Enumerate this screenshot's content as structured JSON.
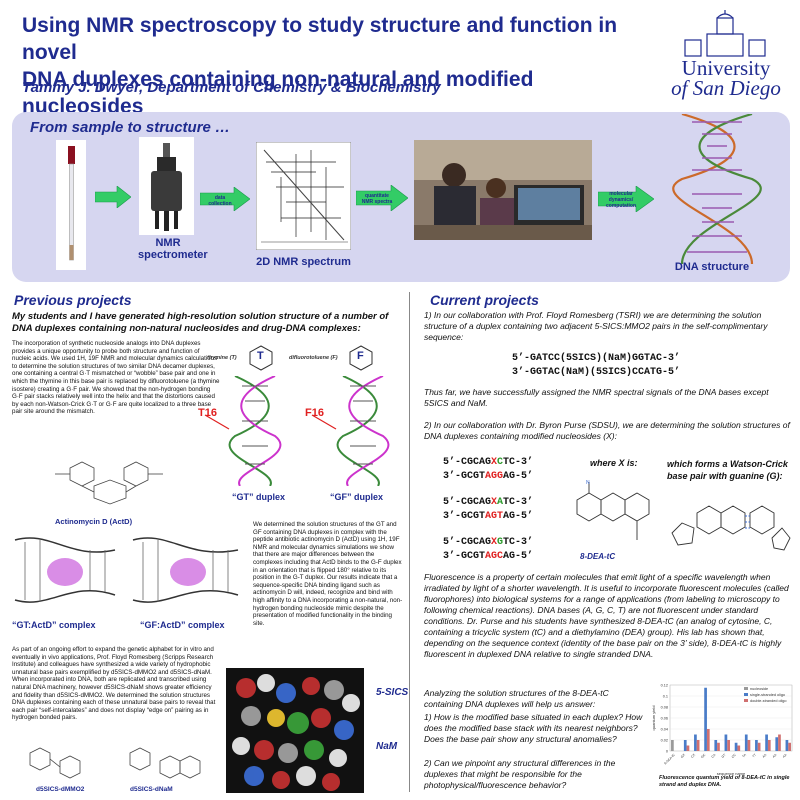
{
  "header": {
    "title_line1": "Using NMR spectroscopy to study structure and function in novel",
    "title_line2": "DNA duplexes containing non-natural and modified  nucleosides",
    "author": "Tammy J. Dwyer, Department of Chemistry & Biochemistry",
    "logo_line1": "University",
    "logo_line2": "of San Diego"
  },
  "banner": {
    "title": "From sample to structure …",
    "arrow1_label": "data collection",
    "arrow2_label": "quantitate NMR spectra",
    "arrow3_label": "molecular dynamics/ computation",
    "nmr_caption_line1": "NMR",
    "nmr_caption_line2": "spectrometer",
    "spectrum_caption": "2D NMR spectrum",
    "dna_caption": "DNA structure"
  },
  "previous": {
    "heading": "Previous projects",
    "intro": "My students and I have generated high-resolution solution structure of a number of DNA duplexes containing non-natural nucleosides and drug-DNA complexes:",
    "para1": "The incorporation of synthetic nucleoside analogs into DNA duplexes provides a unique opportunity to probe both structure and function of nucleic acids. We used 1H, 19F NMR and molecular dynamics calculations to determine the solution structures of two similar DNA decamer duplexes, one containing a central G·T mismatched or “wobble” base pair and one in which the thymine in this base pair is replaced by difluorotoluene (a thymine isostere) creating a G·F pair. We showed that the non-hydrogen bonding G·F pair stacks relatively well into the helix and that the distortions caused by each non-Watson-Crick G·T or G·F are quite localized to a three base pair site around the mismatch.",
    "thymine_label": "thymine (T)",
    "thymine_letter": "T",
    "difluoro_label": "difluorotoluene (F)",
    "difluoro_letter": "F",
    "t16_label": "T16",
    "f16_label": "F16",
    "gt_duplex": "“GT” duplex",
    "gf_duplex": "“GF” duplex",
    "actinomycin": "Actinomycin D (ActD)",
    "gt_actd": "“GT:ActD” complex",
    "gf_actd": "“GF:ActD” complex",
    "para2": "We determined the solution structures of the GT and GF containing DNA duplexes in complex with the peptide antibiotic actinomycin D (ActD) using 1H, 19F NMR and molecular dynamics simulations we show that there are major differences between the complexes including that ActD binds to the G-F duplex in an orientation that is flipped 180° relative to its position in the G-T duplex. Our results indicate that a sequence-specific DNA binding ligand such as actinomycin D will, indeed, recognize and bind with high affinity to a DNA incorporating a non-natural, non-hydrogen bonding nucleoside mimic despite the presentation of modified functionality in the binding site.",
    "para3": "As part of an ongoing effort to expand the genetic alphabet for in vitro and eventually in vivo applications, Prof. Floyd Romesberg (Scripps Research Institute) and colleagues have synthesized a wide variety of hydrophobic unnatural base pairs exemplified by d5SICS-dMMO2 and d5SICS-dNaM. When incorporated into DNA, both are replicated and transcribed using natural DNA machinery, however d5SICS-dNaM shows greater efficiency and fidelity than d5SICS-dMMO2. We determined the solution structures DNA duplexes containing each of these unnatural base pairs to reveal that each pair “self-intercalates” and does not display “edge on” pairing as in hydrogen bonded pairs.",
    "sics_label": "5-SICS",
    "nam_label": "NaM",
    "mmo2_label": "d5SICS-dMMO2",
    "nam_struct_label": "d5SICS-dNaM"
  },
  "current": {
    "heading": "Current projects",
    "p1": "1) In our collaboration with Prof. Floyd Romesberg (TSRI) we are determining the solution structure of a duplex containing two adjacent 5-SICS:MMO2 pairs in the self-complimentary sequence:",
    "seq1_top": "5’-GATCC(5SICS)(NaM)GGTAC-3’",
    "seq1_bot": "3’-GGTAC(NaM)(5SICS)CCATG-5’",
    "p2": "Thus far, we have successfully assigned the NMR spectral signals of the DNA bases except 5SICS and NaM.",
    "p3": "2) In our collaboration with Dr. Byron Purse (SDSU), we are determining the  solution structures of DNA duplexes containing modified nucleosides (X):",
    "seqA_top": [
      "5’-CGCAG",
      "X",
      "C",
      "TC-3’"
    ],
    "seqA_bot": [
      "3’-GCGT",
      "AGG",
      "AG-5’"
    ],
    "seqB_top": [
      "5’-CGCAG",
      "X",
      "A",
      "TC-3’"
    ],
    "seqB_bot": [
      "3’-GCGT",
      "AGT",
      "AG-5’"
    ],
    "seqC_top": [
      "5’-CGCAG",
      "X",
      "G",
      "TC-3’"
    ],
    "seqC_bot": [
      "3’-GCGT",
      "AGC",
      "AG-5’"
    ],
    "where_x": "where X is:",
    "forms_line1": "which forms a Watson-Crick",
    "forms_line2": "base pair with guanine (G):",
    "dea_label": "8-DEA-tC",
    "p4": "Fluorescence is a property of certain molecules that emit light of a specific wavelength when irradiated by light of a shorter wavelength. It is useful to incorporate fluorescent molecules (called fluorophores) into biological systems for a range of applications (from labeling to microscopy to following chemical reactions). DNA bases (A, G, C, T) are not fluorescent under standard conditions. Dr. Purse and his students have synthesized 8-DEA-tC (an analog of cytosine, C, containing a tricyclic system (tC) and a diethylamino (DEA) group). His lab has shown that, depending on the sequence context (identity of the base pair on the 3’ side), 8-DEA-tC  is highly fluorescent in duplexed DNA relative to single stranded DNA.",
    "p5": "Analyzing the solution structures of the 8-DEA-tC containing DNA duplexes will help us answer:",
    "q1": "1)  How is the modified base situated in each duplex? How does the modified base stack with its nearest neighbors? Does the base pair show any structural anomalies?",
    "q2": "2)  Can we pinpoint any structural differences in the duplexes that might be responsible for the photophysical/fluorescence behavior?",
    "chart_caption": "Fluorescence quantum yield of 8-DEA-tC in single strand and duplex DNA."
  },
  "chart_data": {
    "type": "bar",
    "ylabel": "quantum yield",
    "xlabel": "sequence name",
    "ylim": [
      0,
      0.12
    ],
    "yticks": [
      "0",
      "0.02",
      "0.04",
      "0.06",
      "0.08",
      "0.1",
      "0.12"
    ],
    "categories": [
      "8-DEA-tC",
      "GX",
      "CX",
      "GC",
      "CA",
      "GT",
      "CC",
      "TA",
      "TT",
      "AA",
      "AA",
      "AA"
    ],
    "series": [
      {
        "name": "nucleoside",
        "color": "#9a9a9a",
        "values": [
          0.02,
          0,
          0,
          0,
          0,
          0,
          0,
          0,
          0,
          0,
          0,
          0
        ]
      },
      {
        "name": "single-stranded oligo",
        "color": "#4a7cc8",
        "values": [
          0,
          0.02,
          0.03,
          0.115,
          0.02,
          0.03,
          0.015,
          0.03,
          0.02,
          0.03,
          0.025,
          0.02
        ]
      },
      {
        "name": "double-stranded oligo",
        "color": "#d07070",
        "values": [
          0,
          0.01,
          0.02,
          0.04,
          0.015,
          0.02,
          0.01,
          0.02,
          0.015,
          0.02,
          0.03,
          0.015
        ]
      }
    ]
  }
}
